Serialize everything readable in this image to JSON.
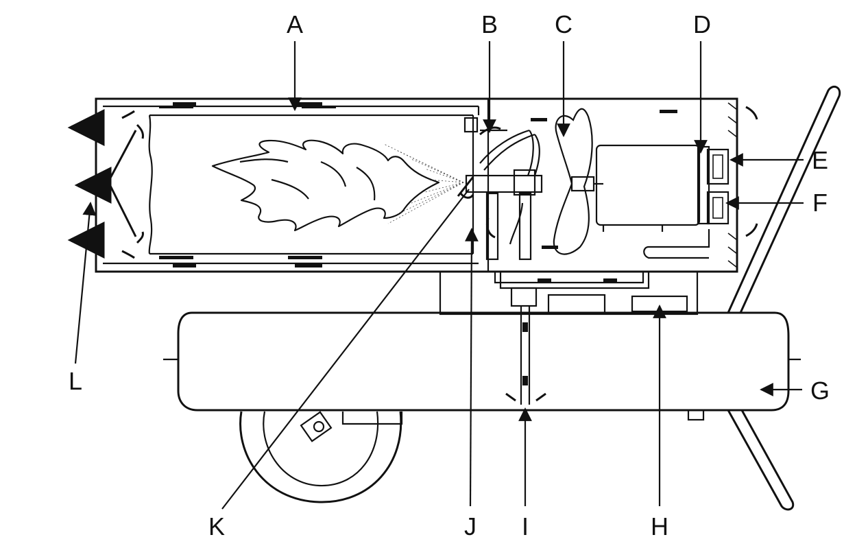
{
  "diagram": {
    "labels": {
      "A": "A",
      "B": "B",
      "C": "C",
      "D": "D",
      "E": "E",
      "F": "F",
      "G": "G",
      "H": "H",
      "I": "I",
      "J": "J",
      "K": "K",
      "L": "L"
    },
    "colors": {
      "ink": "#111111",
      "background": "#ffffff"
    }
  }
}
